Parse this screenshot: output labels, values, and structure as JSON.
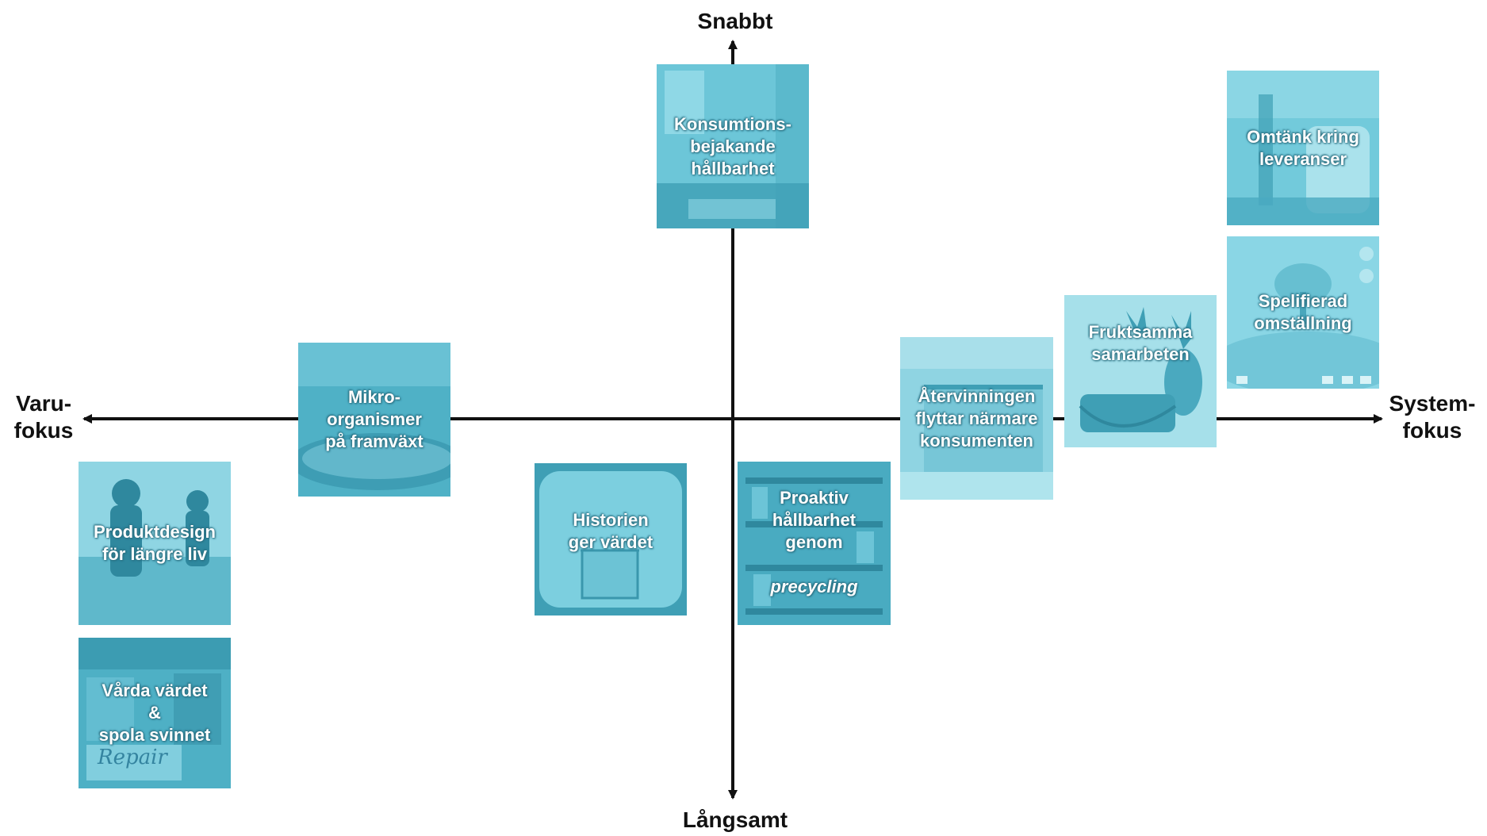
{
  "axes": {
    "top": "Snabbt",
    "bottom": "Långsamt",
    "left": "Varu-\nfokus",
    "right": "System-\nfokus"
  },
  "tiles": {
    "konsumtion": "Konsumtions-\nbejakande\nhållbarhet",
    "omtank": "Omtänk kring\nleveranser",
    "spelifierad": "Spelifierad\nomställning",
    "mikro": "Mikro-\norganismer\npå framväxt",
    "fruktsamma": "Fruktsamma\nsamarbeten",
    "atervinningen": "Återvinningen\nflyttar närmare\nkonsumenten",
    "produktdesign": "Produktdesign\nför längre liv",
    "historien": "Historien\nger värdet",
    "proaktiv_line1": "Proaktiv\nhållbarhet\ngenom",
    "proaktiv_line2": "precycling",
    "varda": "Vårda värdet\n&\nspola svinnet",
    "repair_sign": "Repair"
  },
  "colors": {
    "tile_light": "#7fd3e2",
    "tile_dark": "#3a9db3",
    "axis": "#111111"
  }
}
